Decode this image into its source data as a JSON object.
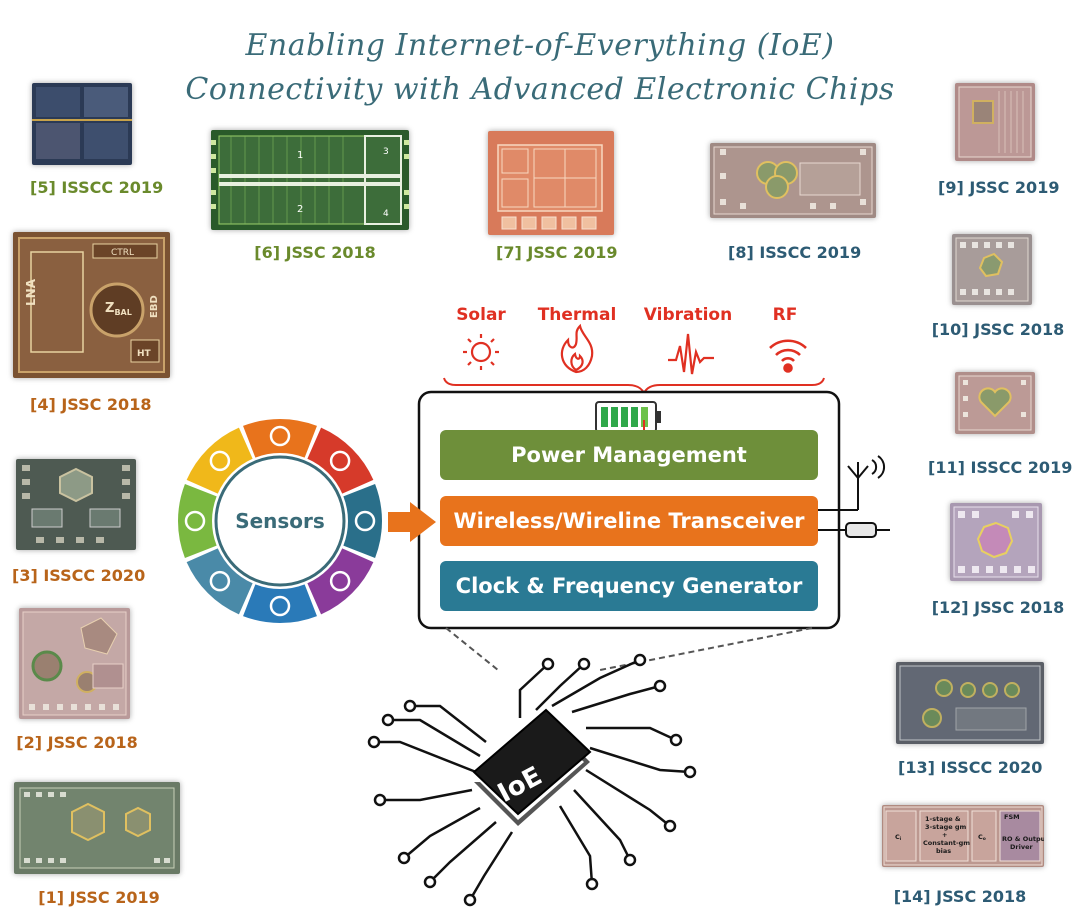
{
  "title": {
    "line1": "Enabling Internet-of-Everything (IoE)",
    "line2": "Connectivity with Advanced Electronic Chips"
  },
  "chips": {
    "c5": "[5] ISSCC 2019",
    "c4": "[4] JSSC 2018",
    "c3": "[3] ISSCC 2020",
    "c2": "[2] JSSC 2018",
    "c1": "[1] JSSC 2019",
    "c6": "[6] JSSC 2018",
    "c7": "[7] JSSC 2019",
    "c8": "[8] ISSCC 2019",
    "c9": "[9] JSSC 2019",
    "c10": "[10] JSSC 2018",
    "c11": "[11] ISSCC 2019",
    "c12": "[12] JSSC 2018",
    "c13": "[13] ISSCC 2020",
    "c14": "[14] JSSC 2018"
  },
  "chip_labels": {
    "c6_1": "1",
    "c6_2": "2",
    "c6_3": "3",
    "c6_4": "4",
    "c4_lna": "LNA",
    "c4_ctrl": "CTRL",
    "c4_ebd": "EBD",
    "c4_zbal": "Z",
    "c4_zbal_sub": "BAL",
    "c4_ht": "HT",
    "c14_ci": "C",
    "c14_ci_sub": "i",
    "c14_co": "C",
    "c14_co_sub": "o",
    "c14_block1": "1-stage &",
    "c14_block2": "3-stage gm",
    "c14_block3": "+",
    "c14_block4": "Constant-gm",
    "c14_block5": "bias",
    "c14_fsm": "FSM",
    "c14_ro1": "RO & Output",
    "c14_ro2": "Driver"
  },
  "energy_sources": {
    "solar": "Solar",
    "thermal": "Thermal",
    "vibration": "Vibration",
    "rf": "RF"
  },
  "blocks": {
    "power": "Power Management",
    "transceiver": "Wireless/Wireline Transceiver",
    "clock": "Clock & Frequency Generator"
  },
  "sensors_label": "Sensors",
  "ioe_label": "IoE",
  "colors": {
    "title": "#3a6b78",
    "power": "#6e8f3a",
    "transceiver": "#e8731c",
    "clock": "#2a7a94",
    "energy": "#e03022",
    "ring": [
      "#e8731c",
      "#d63a2a",
      "#2a6f8a",
      "#8a3b9a",
      "#2a7ab8",
      "#4a8aa8",
      "#7ab840",
      "#f0b81a"
    ]
  }
}
